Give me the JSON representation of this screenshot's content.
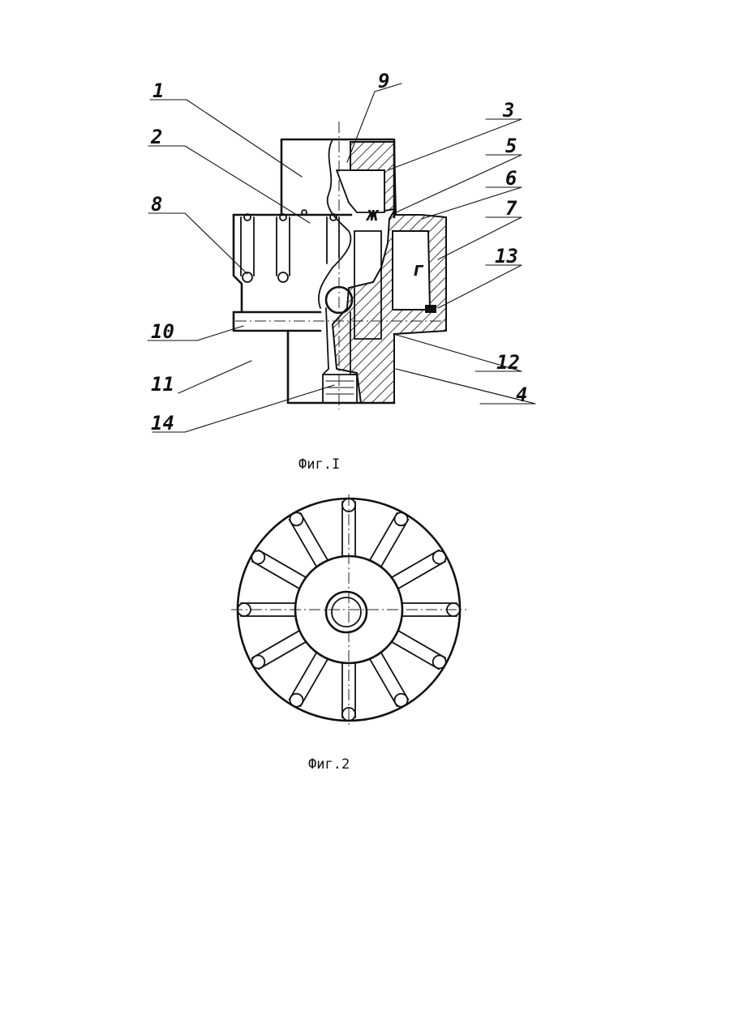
{
  "figures": [
    {
      "caption": "Фиг.I",
      "labels": [
        "1",
        "2",
        "3",
        "4",
        "5",
        "6",
        "7",
        "8",
        "9",
        "10",
        "11",
        "12",
        "13",
        "14"
      ],
      "zone_letters": [
        "ж",
        "г"
      ]
    },
    {
      "caption": "Фиг.2",
      "radial_channel_count": 12
    }
  ],
  "colors": {
    "ink": "#111111",
    "paper": "#ffffff"
  }
}
